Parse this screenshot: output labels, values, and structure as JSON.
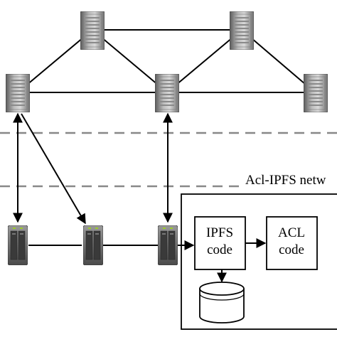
{
  "region_label": "Acl-IPFS netw",
  "boxes": {
    "ipfs_line1": "IPFS",
    "ipfs_line2": "code",
    "acl_line1": "ACL",
    "acl_line2": "code"
  },
  "icons": {
    "upper_nodes": "tower-server-icon",
    "lower_nodes": "storage-server-icon",
    "store": "database-icon"
  },
  "colors": {
    "line": "#000000",
    "dashed": "#888888",
    "server_dark": "#6b6b6b",
    "server_light": "#c8c8c8",
    "nas_body": "#555555",
    "nas_led": "#9ccc2a"
  }
}
